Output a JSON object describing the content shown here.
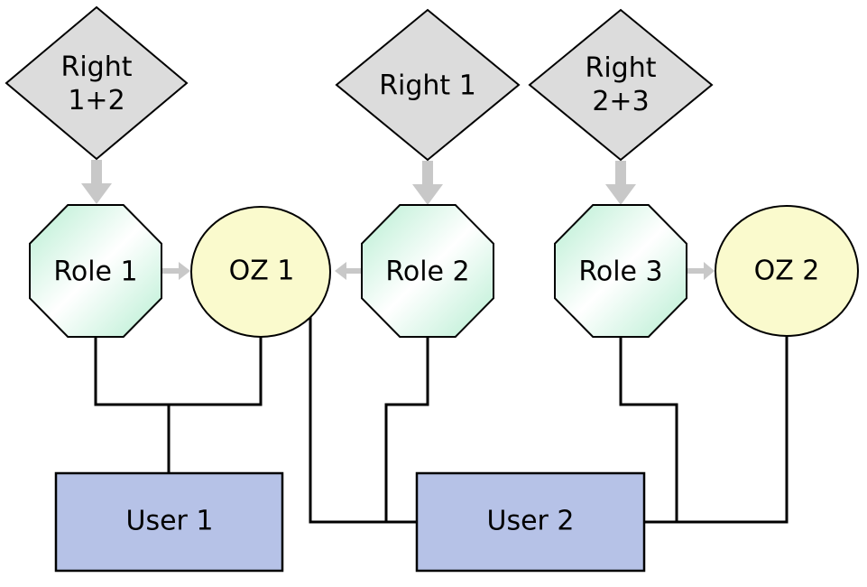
{
  "diagram": {
    "background": "#ffffff",
    "colors": {
      "right_diamond_fill": "#dcdcdc",
      "flow_arrow_gray": "#c8c8c8",
      "role_octagon_green": "#b7eed2",
      "oz_circle_yellow": "#fafacd",
      "user_box_blue": "#b6c2e7",
      "connector_black": "#000000",
      "text": "#000000"
    },
    "nodes": {
      "right_1_2": {
        "type": "right",
        "shape": "diamond",
        "line1": "Right",
        "line2": "1+2"
      },
      "right_1": {
        "type": "right",
        "shape": "diamond",
        "label": "Right 1"
      },
      "right_2_3": {
        "type": "right",
        "shape": "diamond",
        "line1": "Right",
        "line2": "2+3"
      },
      "role_1": {
        "type": "role",
        "shape": "octagon",
        "label": "Role 1"
      },
      "role_2": {
        "type": "role",
        "shape": "octagon",
        "label": "Role 2"
      },
      "role_3": {
        "type": "role",
        "shape": "octagon",
        "label": "Role 3"
      },
      "oz_1": {
        "type": "oz",
        "shape": "circle",
        "label": "OZ 1"
      },
      "oz_2": {
        "type": "oz",
        "shape": "circle",
        "label": "OZ 2"
      },
      "user_1": {
        "type": "user",
        "shape": "rectangle",
        "label": "User 1"
      },
      "user_2": {
        "type": "user",
        "shape": "rectangle",
        "label": "User 2"
      }
    },
    "edges": [
      {
        "from": "right_1_2",
        "to": "role_1",
        "style": "thick-gray-arrow-down"
      },
      {
        "from": "right_1",
        "to": "role_2",
        "style": "thick-gray-arrow-down"
      },
      {
        "from": "right_2_3",
        "to": "role_3",
        "style": "thick-gray-arrow-down"
      },
      {
        "from": "role_1",
        "to": "oz_1",
        "style": "gray-arrow"
      },
      {
        "from": "role_2",
        "to": "oz_1",
        "style": "gray-arrow"
      },
      {
        "from": "role_3",
        "to": "oz_2",
        "style": "gray-arrow"
      },
      {
        "from": "role_1",
        "to": "user_1",
        "style": "black-line"
      },
      {
        "from": "oz_1",
        "to": "user_1",
        "style": "black-line"
      },
      {
        "from": "oz_1",
        "to": "user_2",
        "style": "black-line"
      },
      {
        "from": "role_2",
        "to": "user_2",
        "style": "black-line"
      },
      {
        "from": "role_3",
        "to": "user_2",
        "style": "black-line"
      },
      {
        "from": "oz_2",
        "to": "user_2",
        "style": "black-line"
      }
    ]
  }
}
